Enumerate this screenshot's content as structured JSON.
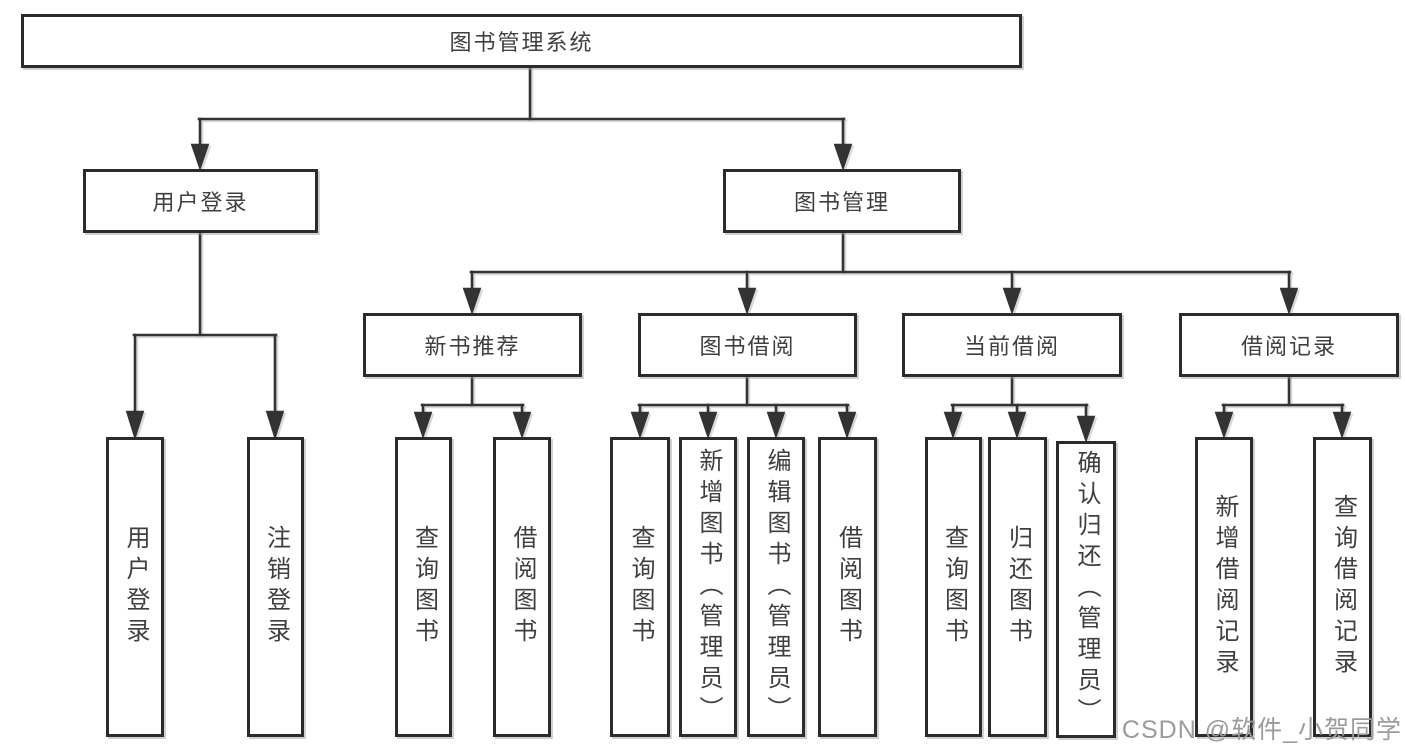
{
  "diagram_title": "图书管理系统",
  "watermark": "CSDN @软件_小贺同学",
  "colors": {
    "line": "#333333",
    "box_border": "#2b2b2b",
    "text": "#3f3f3f",
    "watermark": "#9b9b9b",
    "background": "#ffffff"
  },
  "nodes": {
    "root": {
      "label": "图书管理系统"
    },
    "level2": [
      {
        "label": "用户登录",
        "parent": "图书管理系统"
      },
      {
        "label": "图书管理",
        "parent": "图书管理系统"
      }
    ],
    "level3": [
      {
        "label": "新书推荐",
        "parent": "图书管理"
      },
      {
        "label": "图书借阅",
        "parent": "图书管理"
      },
      {
        "label": "当前借阅",
        "parent": "图书管理"
      },
      {
        "label": "借阅记录",
        "parent": "图书管理"
      }
    ],
    "leaves": [
      {
        "label": "用户登录",
        "parent": "用户登录"
      },
      {
        "label": "注销登录",
        "parent": "用户登录"
      },
      {
        "label": "查询图书",
        "parent": "新书推荐"
      },
      {
        "label": "借阅图书",
        "parent": "新书推荐"
      },
      {
        "label": "查询图书",
        "parent": "图书借阅"
      },
      {
        "label": "新增图书（管理员）",
        "parent": "图书借阅"
      },
      {
        "label": "编辑图书（管理员）",
        "parent": "图书借阅"
      },
      {
        "label": "借阅图书",
        "parent": "图书借阅"
      },
      {
        "label": "查询图书",
        "parent": "当前借阅"
      },
      {
        "label": "归还图书",
        "parent": "当前借阅"
      },
      {
        "label": "确认归还（管理员）",
        "parent": "当前借阅"
      },
      {
        "label": "新增借阅记录",
        "parent": "借阅记录"
      },
      {
        "label": "查询借阅记录",
        "parent": "借阅记录"
      }
    ]
  }
}
